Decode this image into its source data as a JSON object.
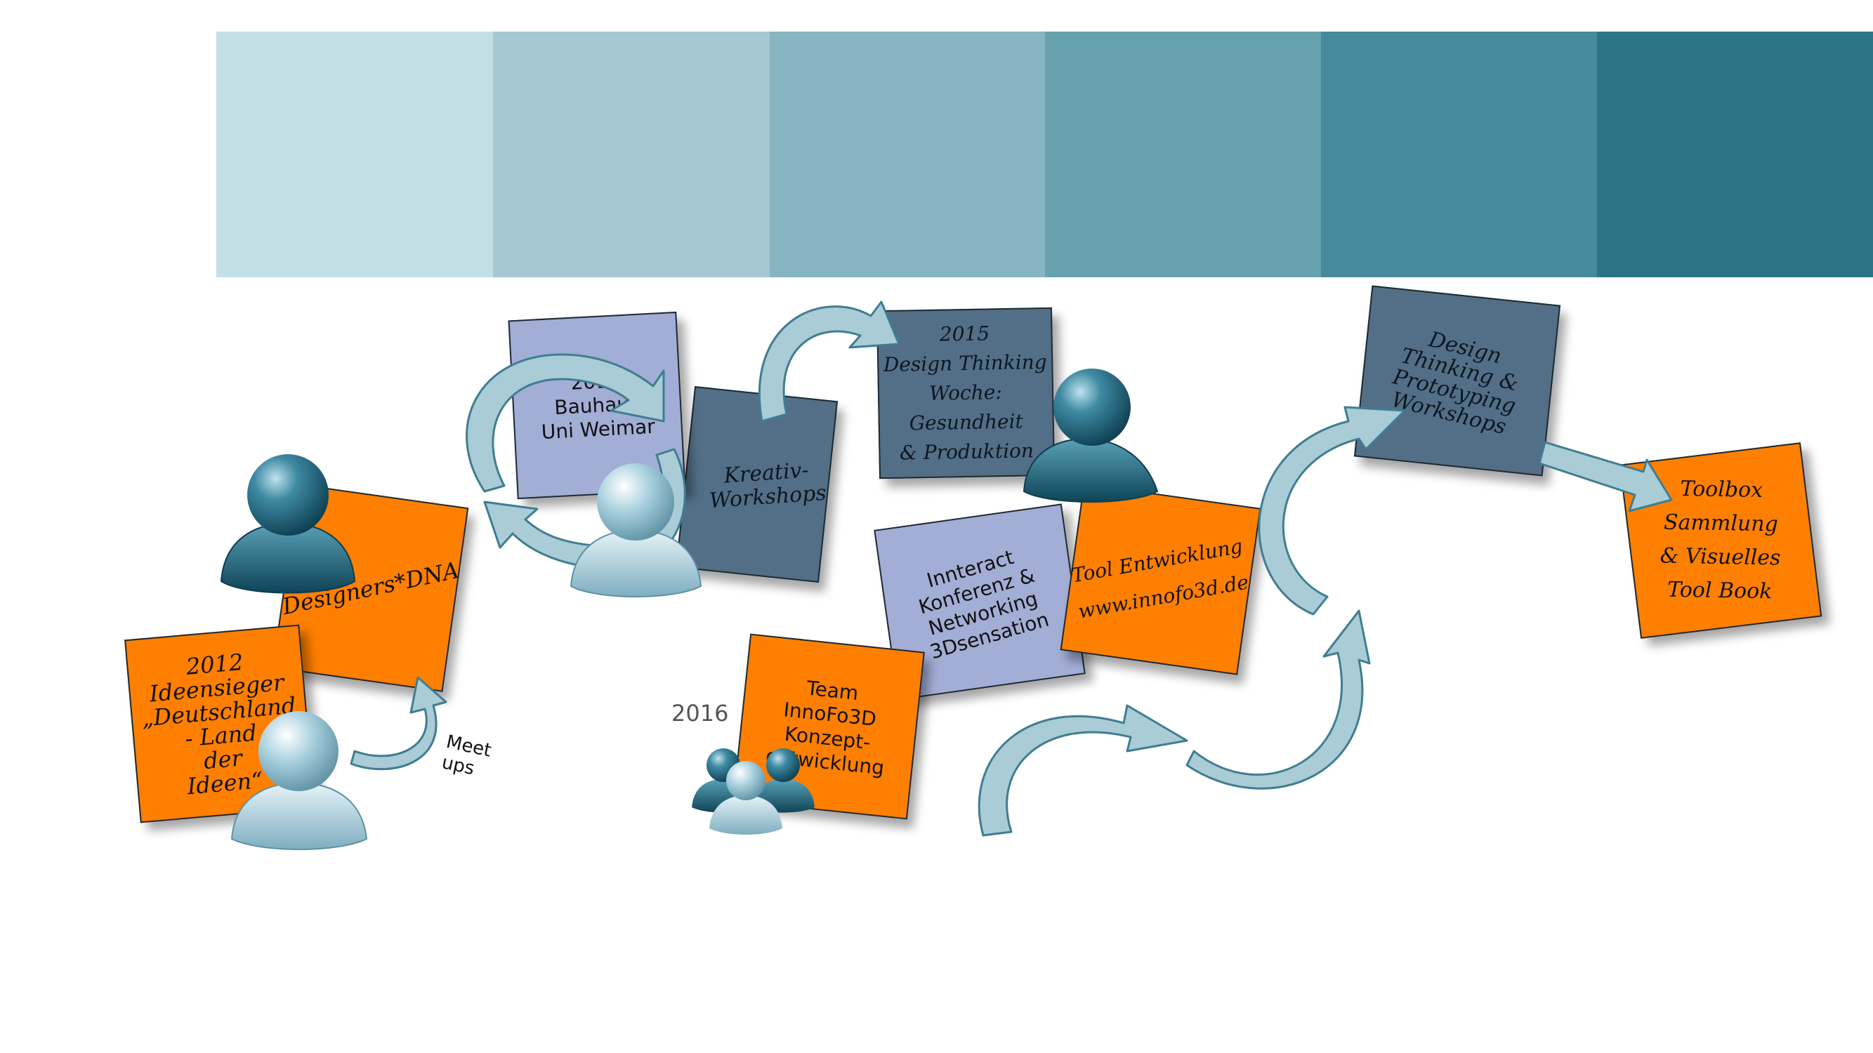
{
  "header_band": {
    "colors": [
      "#c3dfe6",
      "#a5c8d2",
      "#87b5c1",
      "#68a2af",
      "#478a9b",
      "#2b7587"
    ]
  },
  "notes": {
    "ideensieger": "2012\nIdeensieger\n„Deutschland\n- Land\nder\nIdeen“",
    "designers_dna": "Designers*DNA",
    "bauhaus": "2013\nBauhaus\nUni Weimar",
    "kreativ": "Kreativ-\nWorkshops",
    "design_thinking_woche": "2015\nDesign Thinking\nWoche: Gesundheit\n& Produktion",
    "innteract": "Innteract\nKonferenz &\nNetworking\n3Dsensation",
    "team_innofo3d": "Team\nInnoFo3D\nKonzept-\nentwicklung",
    "tool_entwicklung": "Tool Entwicklung\nwww.innofo3d.de",
    "dt_prototyping": "Design\nThinking &\nPrototyping\nWorkshops",
    "toolbox": "Toolbox Sammlung\n& Visuelles\nTool Book"
  },
  "labels": {
    "meetups": "Meet\nups",
    "year_2016": "2016"
  },
  "icons": {
    "person_dark": "person-icon-teal",
    "person_light": "person-icon-light",
    "group": "group-icon"
  },
  "colors": {
    "orange_note": "#ff7f00",
    "dark_note": "#526f87",
    "lilac_note": "#a2aed6",
    "arrow_fill": "#a9ccd7",
    "arrow_stroke": "#3f7d91"
  }
}
